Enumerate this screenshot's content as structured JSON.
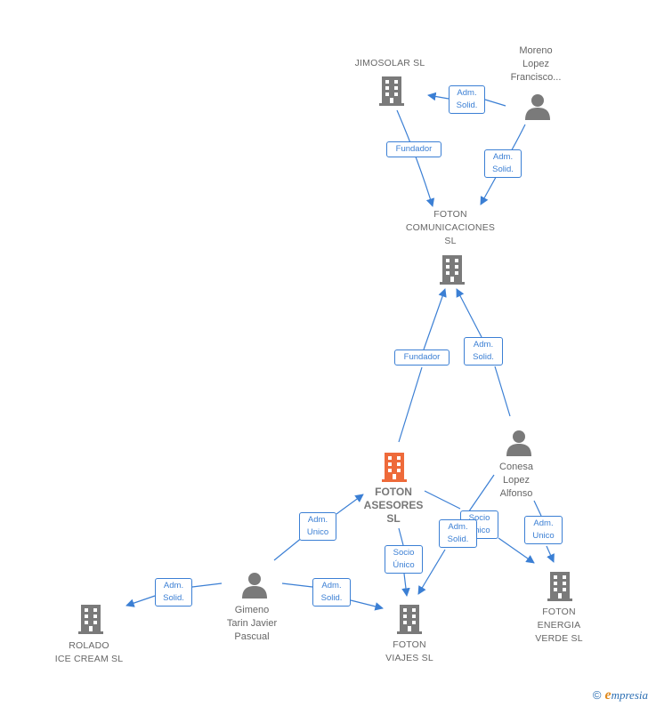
{
  "colors": {
    "edge": "#3b7fd4",
    "node": "#7a7a7a",
    "focus": "#ee6a3a"
  },
  "nodes": {
    "jimosolar": {
      "label": "JIMOSOLAR  SL",
      "type": "company"
    },
    "moreno": {
      "label": "Moreno\nLopez\nFrancisco...",
      "type": "person"
    },
    "foton_com": {
      "label": "FOTON\nCOMUNICACIONES\nSL",
      "type": "company"
    },
    "foton_ases": {
      "label": "FOTON\nASESORES\nSL",
      "type": "company-focus"
    },
    "conesa": {
      "label": "Conesa\nLopez\nAlfonso",
      "type": "person"
    },
    "gimeno": {
      "label": "Gimeno\nTarin Javier\nPascual",
      "type": "person"
    },
    "rolado": {
      "label": "ROLADO\nICE CREAM  SL",
      "type": "company"
    },
    "foton_viajes": {
      "label": "FOTON\nVIAJES  SL",
      "type": "company"
    },
    "foton_energia": {
      "label": "FOTON\nENERGIA\nVERDE  SL",
      "type": "company"
    }
  },
  "edges": [
    {
      "label": "Adm.\nSolid."
    },
    {
      "label": "Fundador"
    },
    {
      "label": "Adm.\nSolid."
    },
    {
      "label": "Fundador"
    },
    {
      "label": "Adm.\nSolid."
    },
    {
      "label": "Adm.\nUnico"
    },
    {
      "label": "Adm.\nSolid."
    },
    {
      "label": "Adm.\nSolid."
    },
    {
      "label": "Socio\nÚnico"
    },
    {
      "label": "Socio\nÚnico"
    },
    {
      "label": "Adm.\nSolid."
    },
    {
      "label": "Adm.\nUnico"
    }
  ],
  "footer": {
    "copyright": "©",
    "brand_e": "e",
    "brand_rest": "mpresia"
  }
}
